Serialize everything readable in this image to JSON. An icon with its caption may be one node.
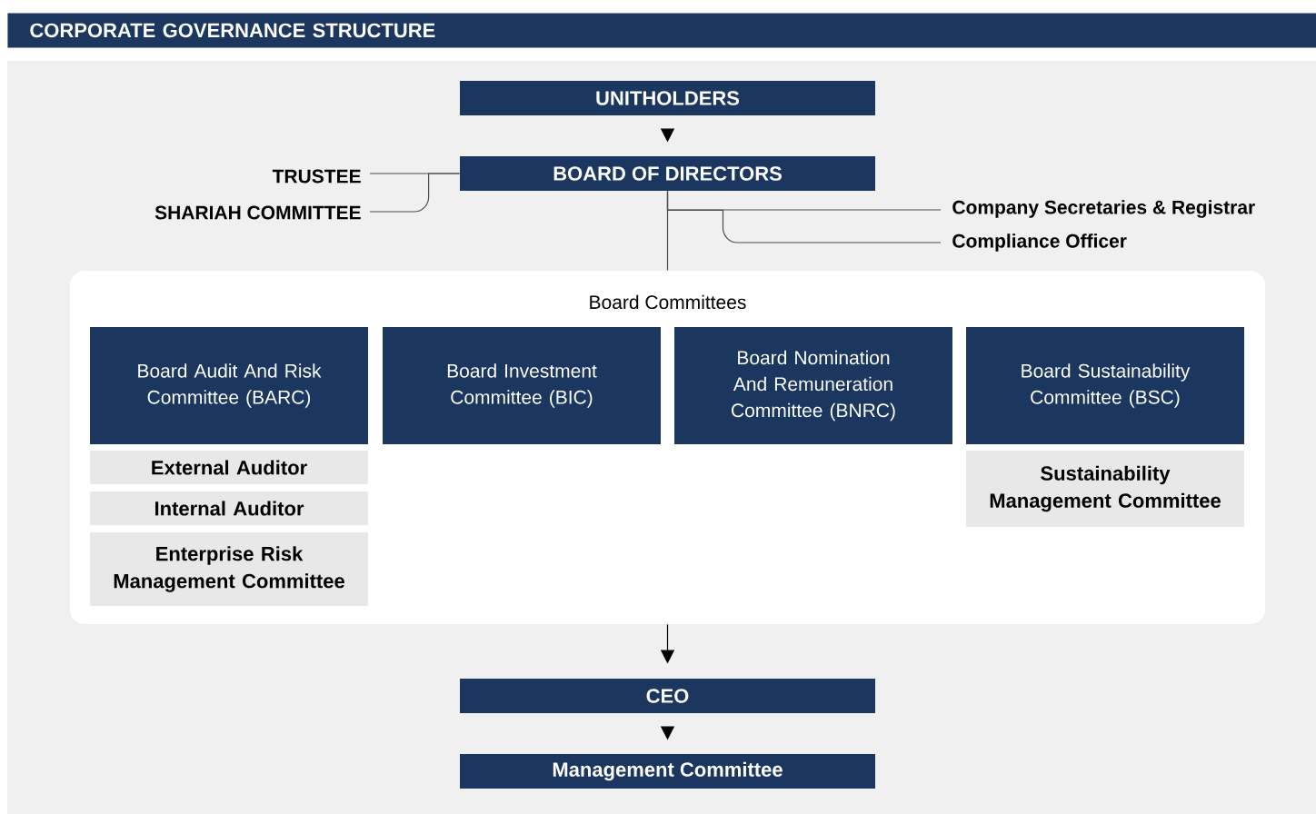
{
  "diagram": {
    "title": "CORPORATE GOVERNANCE STRUCTURE",
    "nodes": [
      {
        "text": [
          "UNITHOLDERS"
        ]
      },
      {
        "text": [
          "BOARD OF DIRECTORS"
        ]
      },
      {
        "text": [
          "TRUSTEE"
        ]
      },
      {
        "text": [
          "SHARIAH COMMITTEE"
        ]
      },
      {
        "text": [
          "Company Secretaries & Registrar"
        ]
      },
      {
        "text": [
          "Compliance Officer"
        ]
      },
      {
        "text": [
          "Board Committees"
        ]
      },
      {
        "text": [
          "Board Audit And Risk Committee (BARC)"
        ],
        "in": 6
      },
      {
        "text": [
          "Board Investment Committee (BIC)"
        ],
        "in": 6
      },
      {
        "text": [
          "Board Nomination And Remuneration Committee (BNRC)"
        ],
        "in": 6
      },
      {
        "text": [
          "Board Sustainability Committee (BSC)"
        ],
        "in": 6
      },
      {
        "text": [
          "External Auditor"
        ],
        "in": 6
      },
      {
        "text": [
          "Internal Auditor"
        ],
        "in": 6
      },
      {
        "text": [
          "Enterprise Risk Management Committee"
        ],
        "in": 6
      },
      {
        "text": [
          "Sustainability Management Committee"
        ],
        "in": 6
      },
      {
        "text": [
          "CEO"
        ]
      },
      {
        "text": [
          "Management Committee"
        ]
      }
    ],
    "edges": [
      {
        "from": 0,
        "to": 1,
        "arrow": "to"
      },
      {
        "from": 1,
        "to": 2,
        "arrow": "none"
      },
      {
        "from": 1,
        "to": 3,
        "arrow": "none"
      },
      {
        "from": 1,
        "to": 4,
        "arrow": "none"
      },
      {
        "from": 1,
        "to": 5,
        "arrow": "none"
      },
      {
        "from": 1,
        "to": 6,
        "arrow": "none"
      },
      {
        "from": 6,
        "to": 15,
        "arrow": "to"
      },
      {
        "from": 15,
        "to": 16,
        "arrow": "to"
      }
    ]
  }
}
